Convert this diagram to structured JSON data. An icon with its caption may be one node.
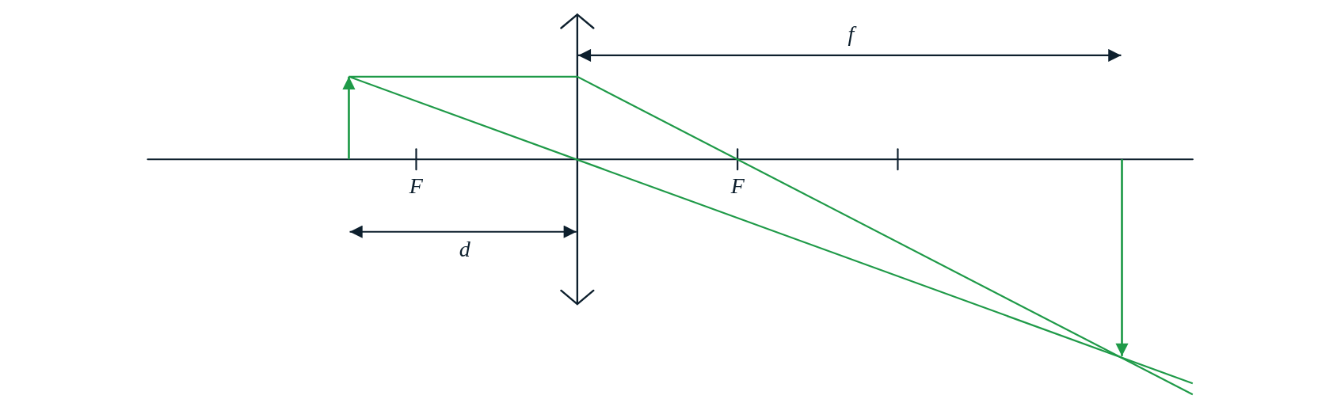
{
  "diagram": {
    "labels": [
      "f",
      "F",
      "F",
      "d"
    ]
  }
}
